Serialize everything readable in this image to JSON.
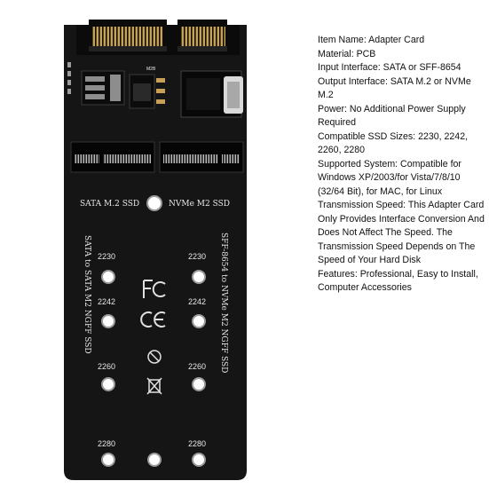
{
  "board": {
    "label_sata": "SATA M.2 SSD",
    "label_nvme": "NVMe M2 SSD",
    "side_text_left": "SATA to SATA M2 NGFF SSD",
    "side_text_right": "SFF-8654 to NVMe M2 NGFF SSD",
    "size_marks": [
      "2230",
      "2242",
      "2260",
      "2280"
    ],
    "chip_mark": "M2B"
  },
  "specs": [
    {
      "label": "Item Name",
      "value": "Adapter Card"
    },
    {
      "label": "Material",
      "value": "PCB"
    },
    {
      "label": "Input Interface",
      "value": "SATA or SFF-8654"
    },
    {
      "label": "Output Interface",
      "value": "SATA M.2 or NVMe M.2"
    },
    {
      "label": "Power",
      "value": "No Additional Power Supply Required"
    },
    {
      "label": "Compatible SSD Sizes",
      "value": "2230, 2242, 2260, 2280"
    },
    {
      "label": "Supported System",
      "value": "Compatible for Windows XP/2003/for Vista/7/8/10 (32/64 Bit), for MAC, for Linux"
    },
    {
      "label": "Transmission Speed",
      "value": "This Adapter Card Only Provides Interface Conversion And Does Not Affect The Speed. The Transmission Speed Depends on The Speed of Your Hard Disk"
    },
    {
      "label": "Features",
      "value": "Professional, Easy to Install, Computer Accessories"
    }
  ]
}
